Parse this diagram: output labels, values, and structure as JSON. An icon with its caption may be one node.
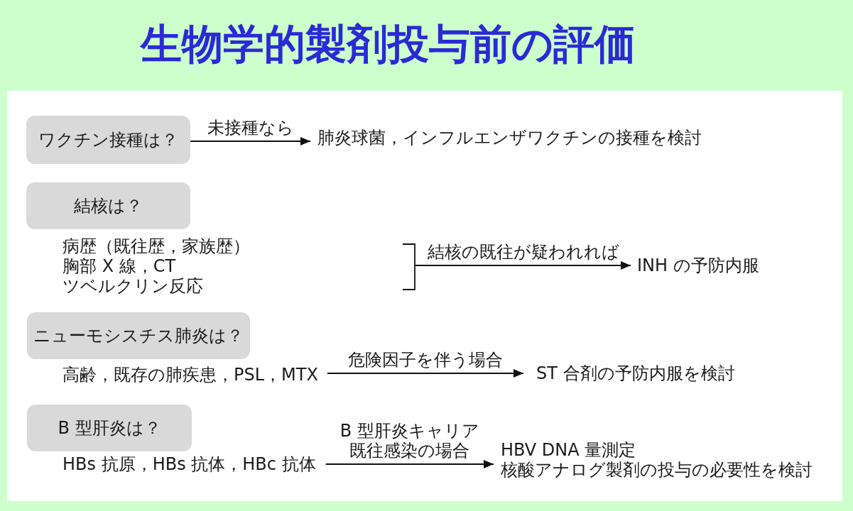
{
  "diagram": {
    "title": "生物学的製剤投与前の評価",
    "nodes": [
      {
        "text": [
          "ワクチン接種は？"
        ]
      },
      {
        "text": [
          "肺炎球菌，インフルエンザワクチンの接種を検討"
        ]
      },
      {
        "text": [
          "結核は？"
        ]
      },
      {
        "text": [
          "病歴（既往歴，家族歴）",
          "胸部 X 線，CT",
          "ツベルクリン反応"
        ]
      },
      {
        "text": [
          "INH の予防内服"
        ]
      },
      {
        "text": [
          "ニューモシスチス肺炎は？"
        ]
      },
      {
        "text": [
          "高齢，既存の肺疾患，PSL，MTX"
        ]
      },
      {
        "text": [
          "ST 合剤の予防内服を検討"
        ]
      },
      {
        "text": [
          "B 型肝炎は？"
        ]
      },
      {
        "text": [
          "HBs 抗原，HBs 抗体，HBc 抗体"
        ]
      },
      {
        "text": [
          "HBV DNA 量測定",
          "核酸アナログ製剤の投与の必要性を検討"
        ]
      }
    ],
    "edges": [
      {
        "from": 0,
        "to": 1,
        "arrow": "to",
        "label": "未接種なら"
      },
      {
        "from": 3,
        "to": 4,
        "arrow": "to",
        "label": "結核の既往が疑われれば"
      },
      {
        "from": 6,
        "to": 7,
        "arrow": "to",
        "label": "危険因子を伴う場合"
      },
      {
        "from": 9,
        "to": 10,
        "arrow": "to",
        "label": "B 型肝炎キャリア既往感染の場合"
      }
    ]
  }
}
